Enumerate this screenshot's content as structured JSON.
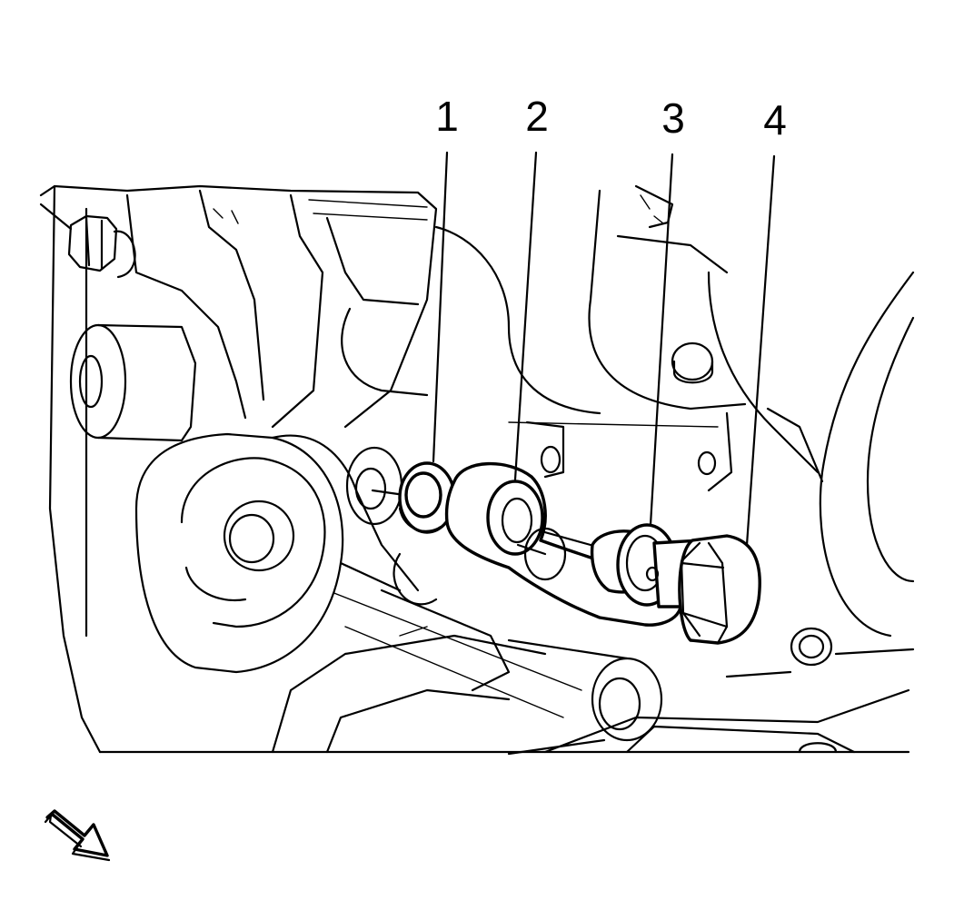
{
  "callouts": [
    {
      "id": "1",
      "text": "1"
    },
    {
      "id": "2",
      "text": "2"
    },
    {
      "id": "3",
      "text": "3"
    },
    {
      "id": "4",
      "text": "4"
    }
  ],
  "icons": {
    "view_direction": "view-direction-arrow-icon"
  }
}
